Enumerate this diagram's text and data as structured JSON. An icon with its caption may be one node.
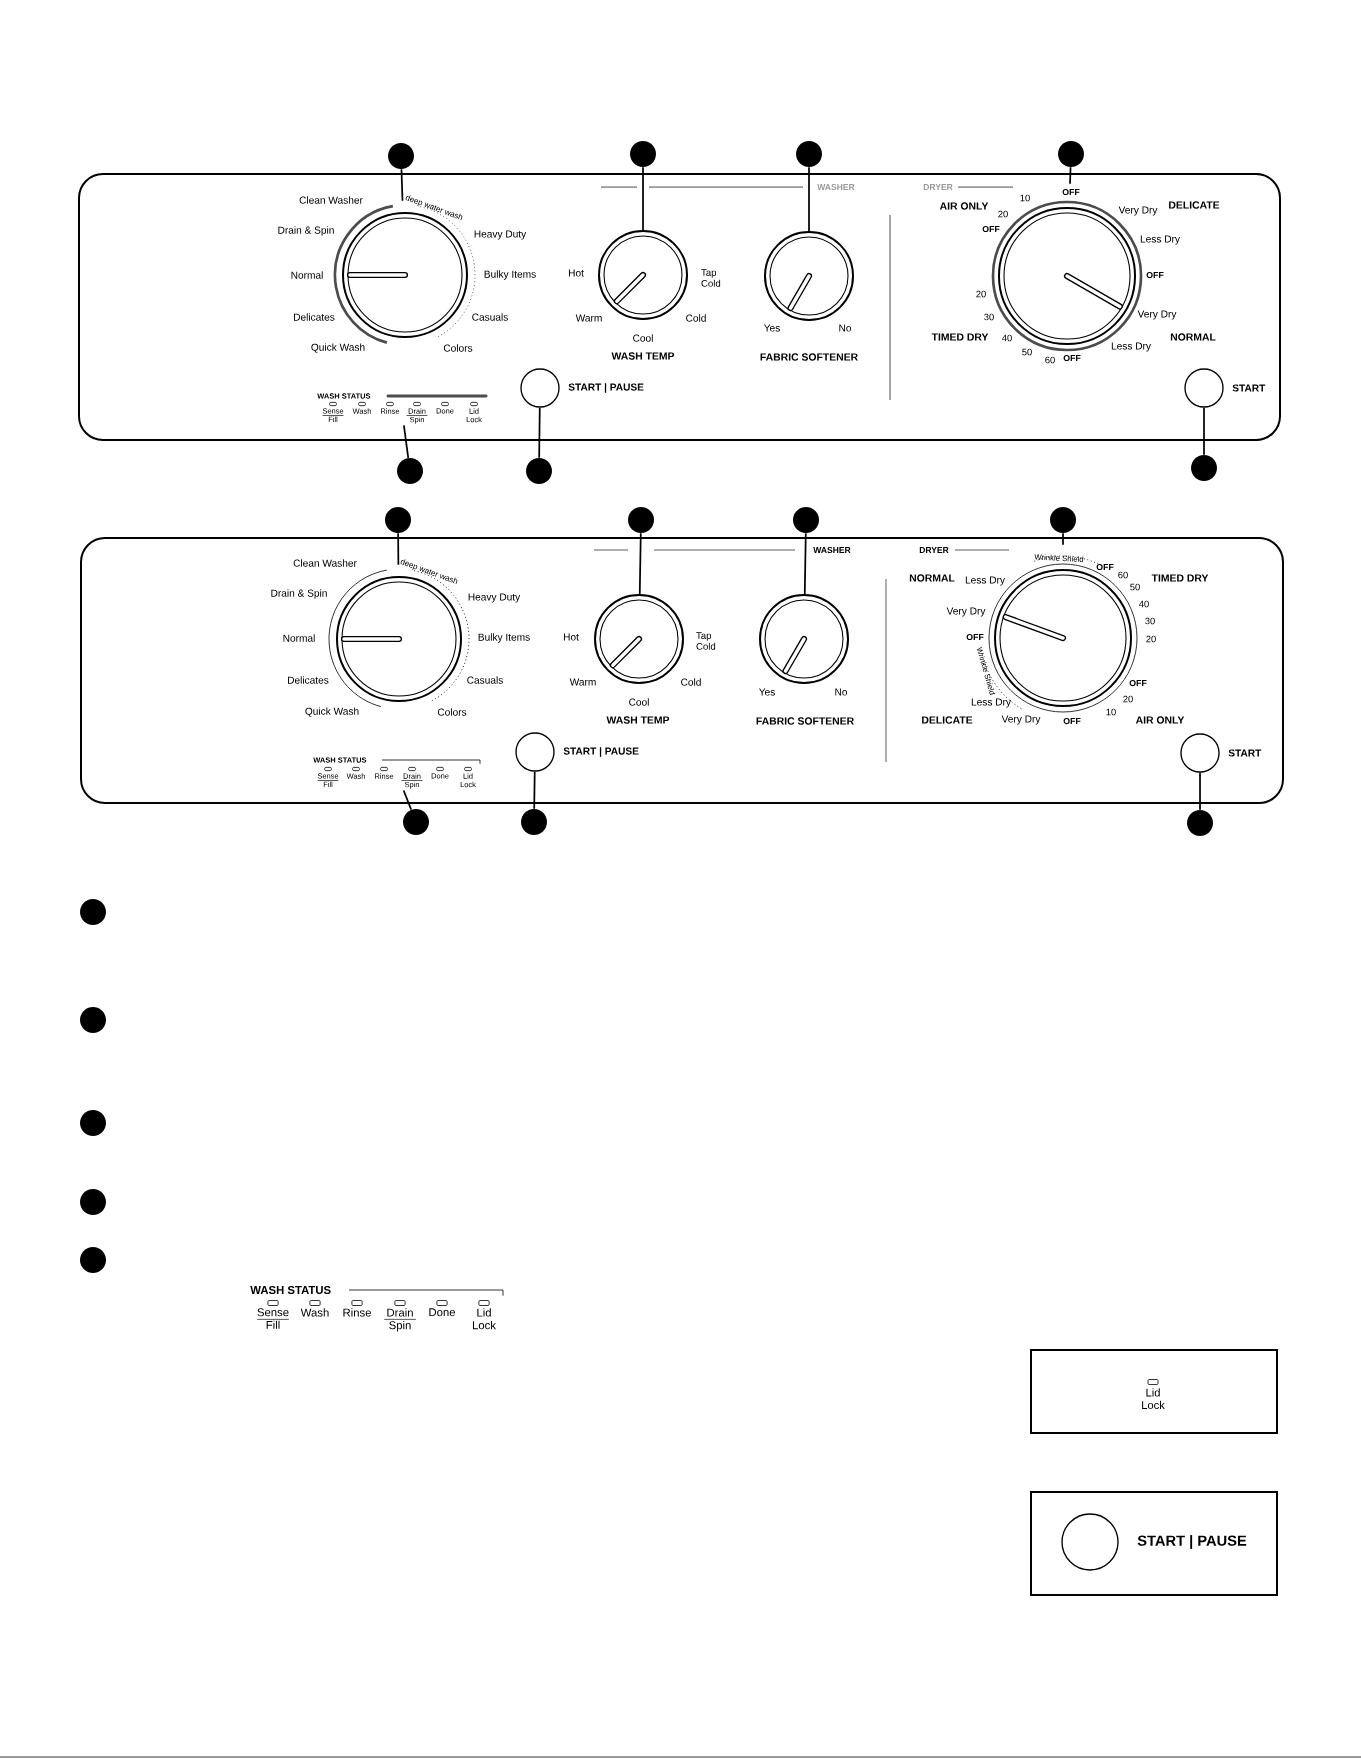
{
  "diagram": {
    "nodes": [
      {
        "text": [
          "WASHER",
          "DRYER"
        ]
      },
      {
        "text": [],
        "shape": "circle"
      },
      {
        "text": [],
        "shape": "circle"
      },
      {
        "text": [],
        "shape": "circle"
      },
      {
        "text": [],
        "shape": "circle"
      },
      {
        "text": [],
        "shape": "circle",
        "in": 0,
        "beside": [
          "Clean Washer",
          "deep water wash",
          "Drain & Spin",
          "Normal",
          "Delicates",
          "Quick Wash",
          "Heavy Duty",
          "Bulky Items",
          "Casuals",
          "Colors"
        ]
      },
      {
        "text": [],
        "shape": "circle",
        "in": 0,
        "beside": [
          "Hot",
          "Tap Cold",
          "Warm",
          "Cool",
          "Cold",
          "WASH TEMP"
        ]
      },
      {
        "text": [],
        "shape": "circle",
        "in": 0,
        "beside": [
          "Yes",
          "No",
          "FABRIC SOFTENER"
        ]
      },
      {
        "text": [],
        "shape": "circle",
        "in": 0,
        "beside": [
          "OFF",
          "10",
          "20",
          "OFF",
          "AIR ONLY",
          "Very Dry",
          "DELICATE",
          "Less Dry",
          "OFF",
          "Very Dry",
          "NORMAL",
          "Less Dry",
          "OFF",
          "60",
          "50",
          "40",
          "30",
          "20",
          "TIMED DRY"
        ]
      },
      {
        "text": [],
        "shape": "circle",
        "in": 0,
        "beside": [
          "START | PAUSE"
        ]
      },
      {
        "text": [],
        "shape": "circle",
        "in": 0,
        "beside": [
          "START"
        ]
      },
      {
        "text": [
          "WASH STATUS",
          "Sense Fill",
          "Wash",
          "Rinse",
          "Drain Spin",
          "Done",
          "Lid Lock"
        ],
        "in": 0
      },
      {
        "text": [],
        "shape": "circle"
      },
      {
        "text": [],
        "shape": "circle"
      },
      {
        "text": [],
        "shape": "circle"
      },
      {
        "text": [
          "WASHER",
          "DRYER"
        ]
      },
      {
        "text": [],
        "shape": "circle"
      },
      {
        "text": [],
        "shape": "circle"
      },
      {
        "text": [],
        "shape": "circle"
      },
      {
        "text": [],
        "shape": "circle"
      },
      {
        "text": [],
        "shape": "circle",
        "in": 15,
        "beside": [
          "Clean Washer",
          "deep water wash",
          "Drain & Spin",
          "Normal",
          "Delicates",
          "Quick Wash",
          "Heavy Duty",
          "Bulky Items",
          "Casuals",
          "Colors"
        ]
      },
      {
        "text": [],
        "shape": "circle",
        "in": 15,
        "beside": [
          "Hot",
          "Tap Cold",
          "Warm",
          "Cool",
          "Cold",
          "WASH TEMP"
        ]
      },
      {
        "text": [],
        "shape": "circle",
        "in": 15,
        "beside": [
          "Yes",
          "No",
          "FABRIC SOFTENER"
        ]
      },
      {
        "text": [],
        "shape": "circle",
        "in": 15,
        "beside": [
          "Wrinkle Shield",
          "OFF",
          "60",
          "50",
          "40",
          "30",
          "20",
          "TIMED DRY",
          "NORMAL",
          "Less Dry",
          "Very Dry",
          "OFF",
          "Wrinkle Shield",
          "Less Dry",
          "DELICATE",
          "Very Dry",
          "OFF",
          "10",
          "20",
          "OFF",
          "AIR ONLY"
        ]
      },
      {
        "text": [],
        "shape": "circle",
        "in": 15,
        "beside": [
          "START | PAUSE"
        ]
      },
      {
        "text": [],
        "shape": "circle",
        "in": 15,
        "beside": [
          "START"
        ]
      },
      {
        "text": [
          "WASH STATUS",
          "Sense Fill",
          "Wash",
          "Rinse",
          "Drain Spin",
          "Done",
          "Lid Lock"
        ],
        "in": 15
      },
      {
        "text": [],
        "shape": "circle"
      },
      {
        "text": [],
        "shape": "circle"
      },
      {
        "text": [],
        "shape": "circle"
      },
      {
        "text": [],
        "shape": "circle"
      },
      {
        "text": [],
        "shape": "circle"
      },
      {
        "text": [],
        "shape": "circle"
      },
      {
        "text": [],
        "shape": "circle"
      },
      {
        "text": [],
        "shape": "circle"
      },
      {
        "text": [
          "WASH STATUS",
          "Sense Fill",
          "Wash",
          "Rinse",
          "Drain Spin",
          "Done",
          "Lid Lock"
        ]
      },
      {
        "text": [
          "Lid Lock"
        ]
      },
      {
        "text": [
          "START | PAUSE"
        ]
      },
      {
        "text": [],
        "shape": "circle",
        "in": 37
      }
    ],
    "edges": [
      {
        "from": 1,
        "to": 5,
        "arrow": "none"
      },
      {
        "from": 2,
        "to": 6,
        "arrow": "none"
      },
      {
        "from": 3,
        "to": 7,
        "arrow": "none"
      },
      {
        "from": 4,
        "to": 8,
        "arrow": "none"
      },
      {
        "from": 12,
        "to": 11,
        "arrow": "none"
      },
      {
        "from": 13,
        "to": 9,
        "arrow": "none"
      },
      {
        "from": 14,
        "to": 10,
        "arrow": "none"
      },
      {
        "from": 16,
        "to": 20,
        "arrow": "none"
      },
      {
        "from": 17,
        "to": 21,
        "arrow": "none"
      },
      {
        "from": 18,
        "to": 22,
        "arrow": "none"
      },
      {
        "from": 19,
        "to": 23,
        "arrow": "none"
      },
      {
        "from": 27,
        "to": 26,
        "arrow": "none"
      },
      {
        "from": 28,
        "to": 24,
        "arrow": "none"
      },
      {
        "from": 29,
        "to": 25,
        "arrow": "none"
      }
    ]
  }
}
